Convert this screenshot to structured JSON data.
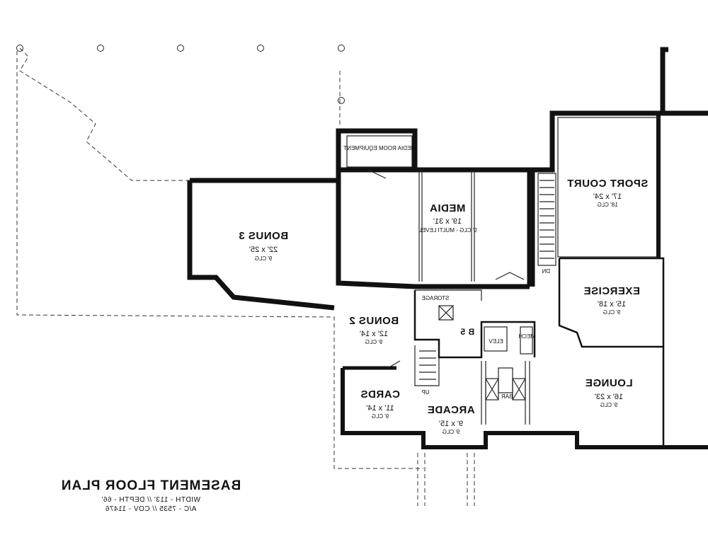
{
  "title": "BASEMENT FLOOR PLAN",
  "specs": [
    "WIDTH - 113' // DEPTH - 66'",
    "A/C - 7535 // COV - 11476"
  ],
  "rooms": [
    {
      "id": "media-room-equipment",
      "name": "MEDIA ROOM EQUIPMENT"
    },
    {
      "id": "media",
      "name": "MEDIA",
      "dims": "19' x 31'",
      "clg": "9' CLG - MULTI LEVEL"
    },
    {
      "id": "sport-court",
      "name": "SPORT COURT",
      "dims": "17' x 24'",
      "clg": "18' CLG"
    },
    {
      "id": "bonus-3",
      "name": "BONUS 3",
      "dims": "22' x 25'",
      "clg": "9' CLG"
    },
    {
      "id": "exercise",
      "name": "EXERCISE",
      "dims": "15' x 18'",
      "clg": "9' CLG"
    },
    {
      "id": "bonus-2",
      "name": "BONUS 2",
      "dims": "12' x 14'",
      "clg": "9' CLG"
    },
    {
      "id": "lounge",
      "name": "LOUNGE",
      "dims": "16' x 23'",
      "clg": "9' CLG"
    },
    {
      "id": "cards",
      "name": "CARDS",
      "dims": "11' x 14'",
      "clg": "9' CLG"
    },
    {
      "id": "arcade",
      "name": "ARCADE",
      "dims": "9' x 15'",
      "clg": "9' CLG"
    }
  ],
  "labels": {
    "storage": "STORAGE",
    "bath": "B 5",
    "elevator": "ELEV",
    "mech": "MECH",
    "bar": "BAR",
    "stair_down": "DN",
    "stair_up": "UP"
  }
}
